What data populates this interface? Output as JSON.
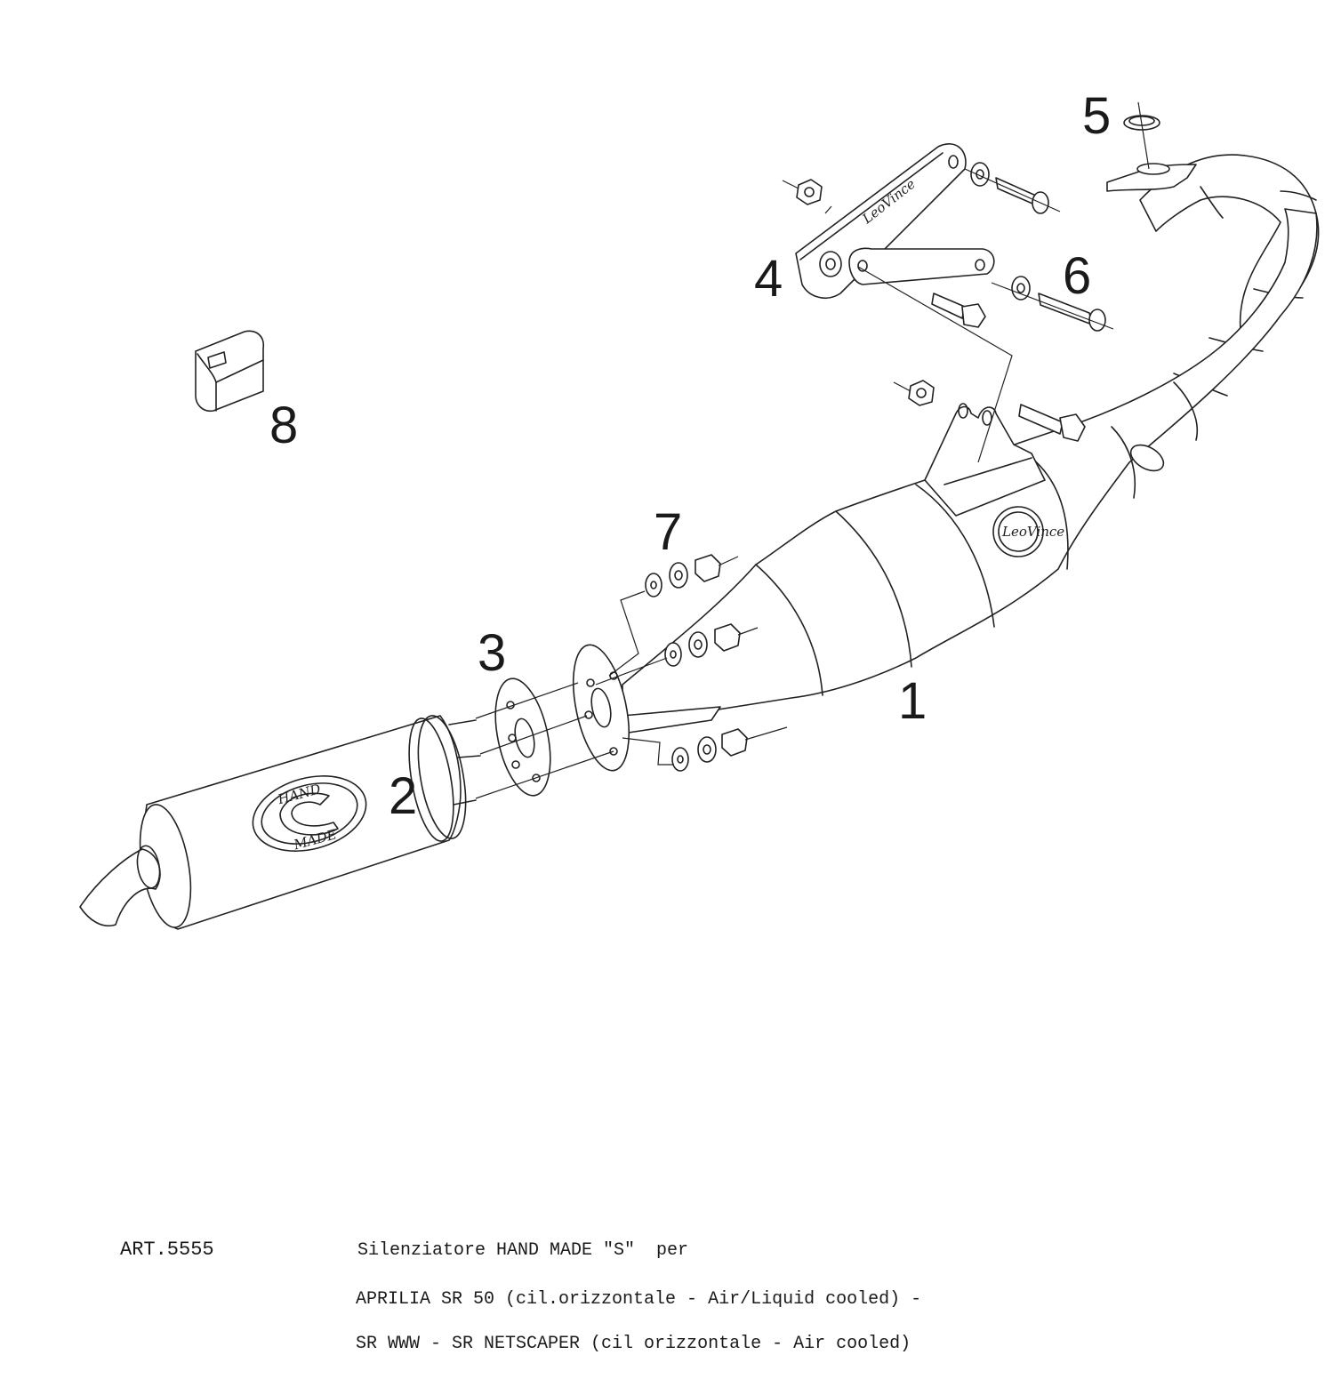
{
  "diagram": {
    "part_labels": [
      "1",
      "2",
      "3",
      "4",
      "5",
      "6",
      "7",
      "8"
    ],
    "logos": {
      "muffler_badge_top": "HAND",
      "muffler_badge_bottom": "MADE",
      "bracket_logo": "LeoVince",
      "expansion_badge": "LeoVince"
    }
  },
  "caption": {
    "art_code": "ART.5555",
    "line1": "Silenziatore HAND MADE \"S\"  per",
    "line2": "APRILIA SR 50 (cil.orizzontale - Air/Liquid cooled) -",
    "line3": "SR WWW - SR NETSCAPER (cil orizzontale - Air cooled)"
  }
}
